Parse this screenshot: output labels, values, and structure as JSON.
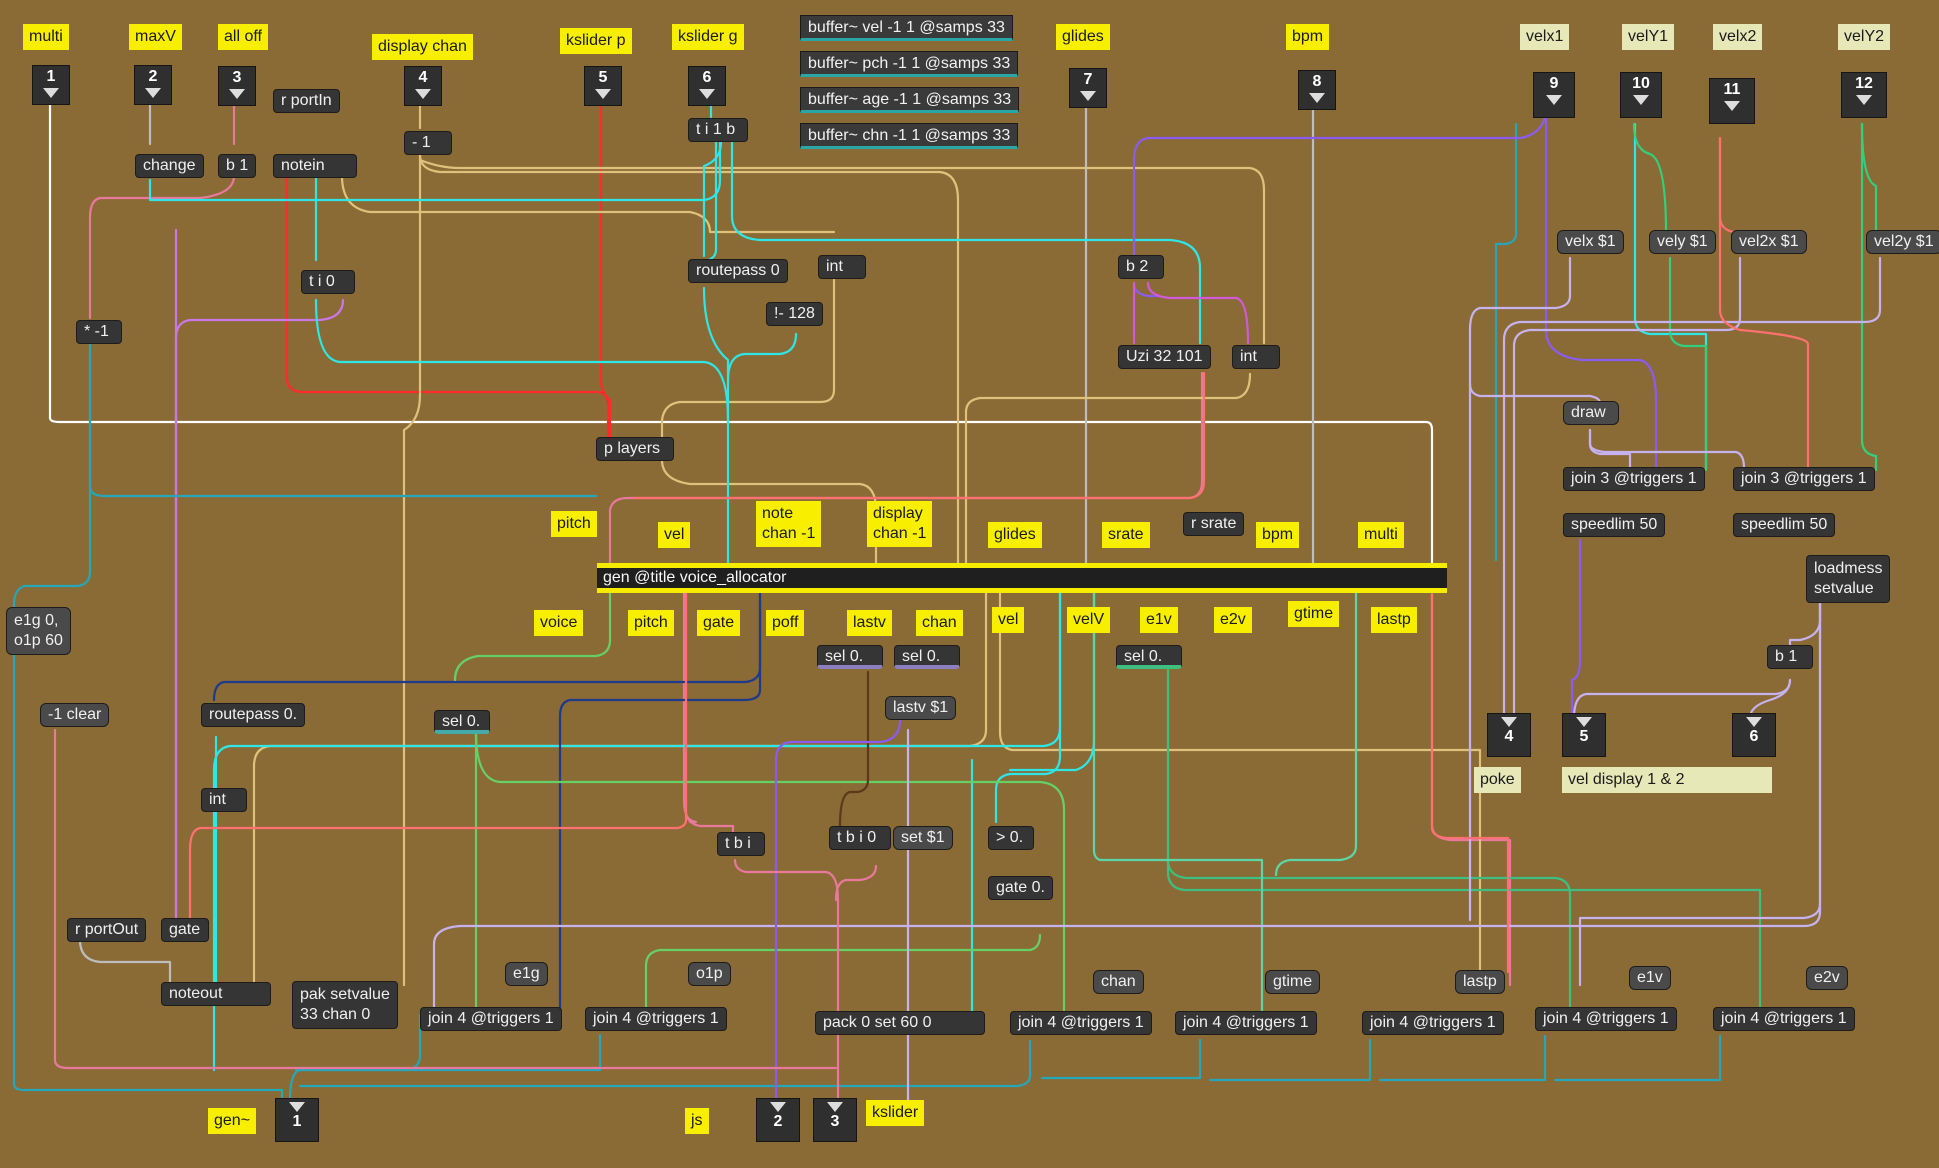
{
  "patch": {
    "comments": [
      {
        "id": "c-multi",
        "text": "multi"
      },
      {
        "id": "c-maxv",
        "text": "maxV"
      },
      {
        "id": "c-alloff",
        "text": "all off"
      },
      {
        "id": "c-dispchan",
        "text": "display chan"
      },
      {
        "id": "c-kslp",
        "text": "kslider p"
      },
      {
        "id": "c-kslg",
        "text": "kslider g"
      },
      {
        "id": "c-glides",
        "text": "glides"
      },
      {
        "id": "c-bpm",
        "text": "bpm"
      },
      {
        "id": "c-velx1",
        "text": "velx1"
      },
      {
        "id": "c-vely1",
        "text": "velY1"
      },
      {
        "id": "c-velx2",
        "text": "velx2"
      },
      {
        "id": "c-vely2",
        "text": "velY2"
      },
      {
        "id": "c-pitch1",
        "text": "pitch"
      },
      {
        "id": "c-vel1",
        "text": "vel"
      },
      {
        "id": "c-notechan",
        "text": "note\nchan -1"
      },
      {
        "id": "c-dispchan2",
        "text": "display\nchan -1"
      },
      {
        "id": "c-glides2",
        "text": "glides"
      },
      {
        "id": "c-srate",
        "text": "srate"
      },
      {
        "id": "c-bpm2",
        "text": "bpm"
      },
      {
        "id": "c-multi2",
        "text": "multi"
      },
      {
        "id": "c-voice",
        "text": "voice"
      },
      {
        "id": "c-pitch2",
        "text": "pitch"
      },
      {
        "id": "c-gate",
        "text": "gate"
      },
      {
        "id": "c-poff",
        "text": "poff"
      },
      {
        "id": "c-lastv",
        "text": "lastv"
      },
      {
        "id": "c-chan",
        "text": "chan"
      },
      {
        "id": "c-vel2",
        "text": "vel"
      },
      {
        "id": "c-velv",
        "text": "velV"
      },
      {
        "id": "c-e1v",
        "text": "e1v"
      },
      {
        "id": "c-e2v",
        "text": "e2v"
      },
      {
        "id": "c-gtime",
        "text": "gtime"
      },
      {
        "id": "c-lastp",
        "text": "lastp"
      },
      {
        "id": "c-gen",
        "text": "gen~"
      },
      {
        "id": "c-js",
        "text": "js"
      },
      {
        "id": "c-kslider",
        "text": "kslider"
      },
      {
        "id": "c-poke",
        "text": "poke"
      },
      {
        "id": "c-veldisp",
        "text": "vel display 1 & 2"
      }
    ],
    "inlets": [
      {
        "id": "in1",
        "label": "1"
      },
      {
        "id": "in2",
        "label": "2"
      },
      {
        "id": "in3",
        "label": "3"
      },
      {
        "id": "in4",
        "label": "4"
      },
      {
        "id": "in5",
        "label": "5"
      },
      {
        "id": "in6",
        "label": "6"
      },
      {
        "id": "in7",
        "label": "7"
      },
      {
        "id": "in8",
        "label": "8"
      },
      {
        "id": "in9",
        "label": "9"
      },
      {
        "id": "in10",
        "label": "10"
      },
      {
        "id": "in11",
        "label": "11"
      },
      {
        "id": "in12",
        "label": "12"
      }
    ],
    "outlets": [
      {
        "id": "out1",
        "label": "1"
      },
      {
        "id": "out2",
        "label": "2"
      },
      {
        "id": "out3",
        "label": "3"
      },
      {
        "id": "out4",
        "label": "4"
      },
      {
        "id": "out5",
        "label": "5"
      },
      {
        "id": "out6",
        "label": "6"
      }
    ],
    "buffers": [
      {
        "id": "buf-vel",
        "text": "buffer~ vel -1 1 @samps 33"
      },
      {
        "id": "buf-pch",
        "text": "buffer~ pch -1 1 @samps 33"
      },
      {
        "id": "buf-age",
        "text": "buffer~ age -1 1 @samps 33"
      },
      {
        "id": "buf-chn",
        "text": "buffer~ chn -1 1 @samps 33"
      }
    ],
    "gen": {
      "text": "gen @title voice_allocator"
    },
    "objects": [
      {
        "id": "o-change",
        "text": "change"
      },
      {
        "id": "o-b1",
        "text": "b 1"
      },
      {
        "id": "o-rportin",
        "text": "r portIn"
      },
      {
        "id": "o-notein",
        "text": "notein"
      },
      {
        "id": "o-minus1",
        "text": "- 1"
      },
      {
        "id": "o-ti1b",
        "text": "t i 1 b"
      },
      {
        "id": "o-ti0",
        "text": "t i 0"
      },
      {
        "id": "o-routepass0",
        "text": "routepass 0"
      },
      {
        "id": "o-int1",
        "text": "int"
      },
      {
        "id": "o-rminus128",
        "text": "!- 128"
      },
      {
        "id": "o-b2",
        "text": "b 2"
      },
      {
        "id": "o-uzi",
        "text": "Uzi 32 101"
      },
      {
        "id": "o-int2",
        "text": "int"
      },
      {
        "id": "o-times-1",
        "text": "* -1"
      },
      {
        "id": "o-players",
        "text": "p layers"
      },
      {
        "id": "o-rsrate",
        "text": "r srate"
      },
      {
        "id": "o-clear",
        "text": "-1 clear"
      },
      {
        "id": "o-routepass0f",
        "text": "routepass 0."
      },
      {
        "id": "o-sel0a",
        "text": "sel 0."
      },
      {
        "id": "o-sel0b",
        "text": "sel 0."
      },
      {
        "id": "o-sel0c",
        "text": "sel 0."
      },
      {
        "id": "o-sel0d",
        "text": "sel 0."
      },
      {
        "id": "o-int3",
        "text": "int"
      },
      {
        "id": "o-tbi",
        "text": "t b i"
      },
      {
        "id": "o-tbi0",
        "text": "t b i 0"
      },
      {
        "id": "o-gt0",
        "text": "> 0."
      },
      {
        "id": "o-gate0",
        "text": "gate 0."
      },
      {
        "id": "o-rportout",
        "text": "r portOut"
      },
      {
        "id": "o-gate",
        "text": "gate"
      },
      {
        "id": "o-noteout",
        "text": "noteout"
      },
      {
        "id": "o-pak",
        "text": "pak setvalue\n33 chan 0"
      },
      {
        "id": "o-join1",
        "text": "join 4 @triggers 1"
      },
      {
        "id": "o-join2",
        "text": "join 4 @triggers 1"
      },
      {
        "id": "o-pack",
        "text": "pack 0 set 60 0"
      },
      {
        "id": "o-join3",
        "text": "join 4 @triggers 1"
      },
      {
        "id": "o-join4",
        "text": "join 4 @triggers 1"
      },
      {
        "id": "o-join5",
        "text": "join 4 @triggers 1"
      },
      {
        "id": "o-join6",
        "text": "join 4 @triggers 1"
      },
      {
        "id": "o-join7",
        "text": "join 4 @triggers 1"
      },
      {
        "id": "o-join3a",
        "text": "join 3 @triggers 1"
      },
      {
        "id": "o-join3b",
        "text": "join 3 @triggers 1"
      },
      {
        "id": "o-speed1",
        "text": "speedlim 50"
      },
      {
        "id": "o-speed2",
        "text": "speedlim 50"
      },
      {
        "id": "o-loadmess",
        "text": "loadmess\nsetvalue"
      },
      {
        "id": "o-b1r",
        "text": "b 1"
      }
    ],
    "messages": [
      {
        "id": "m-e1g",
        "text": "e1g 0,\no1p 60"
      },
      {
        "id": "m-lastv",
        "text": "lastv $1"
      },
      {
        "id": "m-set",
        "text": "set $1"
      },
      {
        "id": "m-e1g2",
        "text": "e1g"
      },
      {
        "id": "m-o1p",
        "text": "o1p"
      },
      {
        "id": "m-chan",
        "text": "chan"
      },
      {
        "id": "m-gtime",
        "text": "gtime"
      },
      {
        "id": "m-lastp",
        "text": "lastp"
      },
      {
        "id": "m-e1v",
        "text": "e1v"
      },
      {
        "id": "m-e2v",
        "text": "e2v"
      },
      {
        "id": "m-velx",
        "text": "velx $1"
      },
      {
        "id": "m-vely",
        "text": "vely $1"
      },
      {
        "id": "m-vel2x",
        "text": "vel2x $1"
      },
      {
        "id": "m-vel2y",
        "text": "vel2y $1"
      },
      {
        "id": "m-draw",
        "text": "draw"
      }
    ]
  },
  "colors": {
    "canvas": "#8a6a35",
    "white": "#ffffff",
    "red": "#ff2a2a",
    "pink": "#e8789c",
    "tan": "#e0c17c",
    "cyan": "#2ee6e6",
    "teal": "#26a6b8",
    "green": "#32d07c",
    "lime": "#66d066",
    "purple": "#8a5cf0",
    "lavender": "#c6b2ee",
    "violet": "#c878e6",
    "navy": "#1e3a8a",
    "grey": "#bdbdbd",
    "salmon": "#ff7070",
    "brown": "#5a3a1a",
    "mint": "#5cd6a6",
    "magenta": "#d05ad8"
  }
}
